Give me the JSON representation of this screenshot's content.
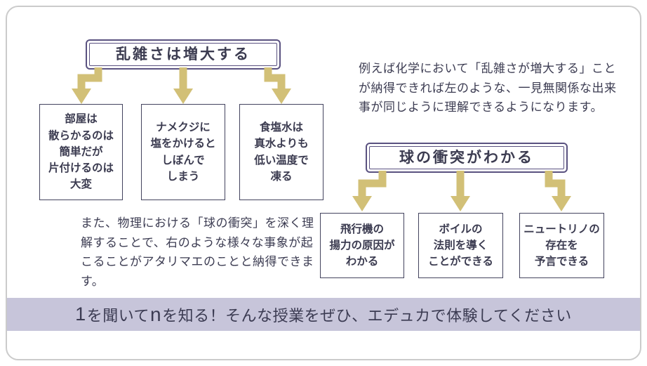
{
  "canvas": {
    "background": "#ffffff",
    "frame_border_color": "#cbcbcb"
  },
  "colors": {
    "accent_purple": "#5a5280",
    "arrow_gold": "#d2c077",
    "text_dark": "#3b3b50",
    "banner_background": "#c7c5da",
    "box_border": "#43435e"
  },
  "icons": {
    "down_arrow": "thick gold elbow arrow pointing down"
  },
  "left_flow": {
    "header": "乱雑さは増大する",
    "items": [
      {
        "text": "部屋は\n散らかるのは\n簡単だが\n片付けるのは\n大変"
      },
      {
        "text": "ナメクジに\n塩をかけると\nしぼんで\nしまう"
      },
      {
        "text": "食塩水は\n真水よりも\n低い温度で\n凍る"
      }
    ]
  },
  "right_flow": {
    "header": "球の衝突がわかる",
    "items": [
      {
        "text": "飛行機の\n揚力の原因が\nわかる"
      },
      {
        "text": "ボイルの\n法則を導く\nことができる"
      },
      {
        "text": "ニュートリノの\n存在を\n予言できる"
      }
    ]
  },
  "paragraphs": {
    "chemistry_note": "例えば化学において「乱雑さが増大する」ことが納得できれば左のような、一見無関係な出来事が同じように理解できるようになります。",
    "physics_note": "また、物理における「球の衝突」を深く理解することで、右のような様々な事象が起こることがアタリマエのことと納得できます。"
  },
  "banner": {
    "num": "1",
    "mid": "を聞いて",
    "var": "n",
    "suffix": "を知る！そんな授業をぜひ、エデュカで体験してください"
  }
}
